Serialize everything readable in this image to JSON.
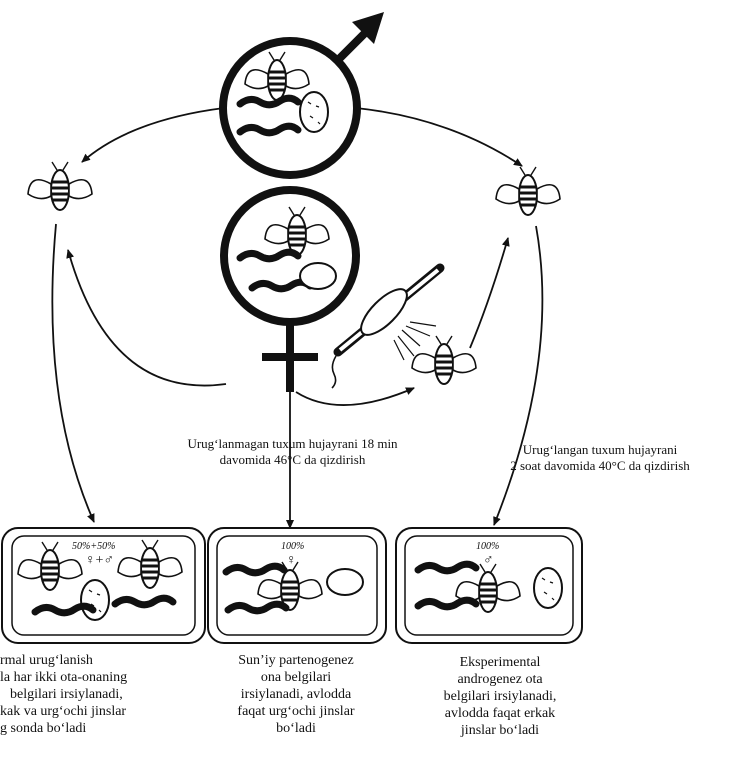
{
  "annotations": {
    "left_treatment": [
      "Urug‘lanmagan tuxum hujayrani 18 min",
      "davomida 46°C da qizdirish"
    ],
    "right_treatment": [
      "Urug‘langan tuxum hujayrani",
      "2 soat davomida 40°C da qizdirish"
    ]
  },
  "panels": [
    {
      "percent": "50%+50%",
      "sex_marks": "♀+♂",
      "caption": [
        "rmal urug‘lanish",
        "la har ikki ota-onaning",
        "belgilari irsiylanadi,",
        "kak va urg‘ochi jinslar",
        "g sonda bo‘ladi"
      ]
    },
    {
      "percent": "100%",
      "sex_marks": "♀",
      "caption": [
        "Sun’iy partenogenez",
        "ona belgilari",
        "irsiylanadi, avlodda",
        "faqat urg‘ochi jinslar",
        "bo‘ladi"
      ]
    },
    {
      "percent": "100%",
      "sex_marks": "♂",
      "caption": [
        "Eksperimental",
        "androgenez ota",
        "belgilari irsiylanadi,",
        "avlodda faqat erkak",
        "jinslar bo‘ladi"
      ]
    }
  ]
}
